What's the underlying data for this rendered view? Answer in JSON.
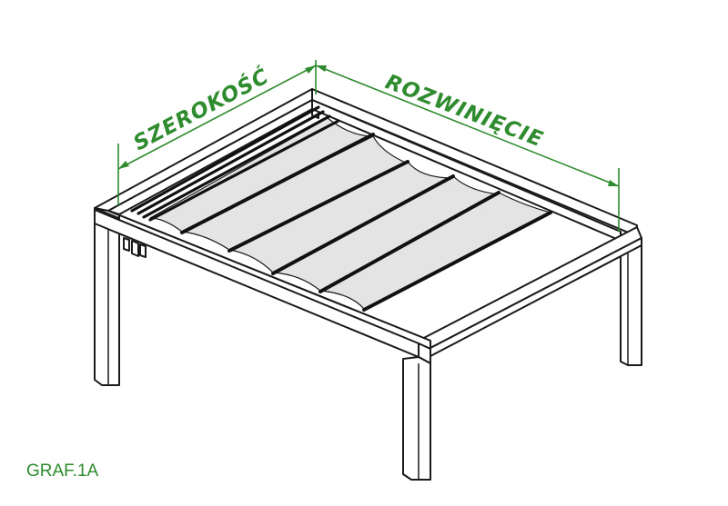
{
  "labels": {
    "width": "SZEROKOŚĆ",
    "extension": "ROZWINIĘCIE",
    "figure": "GRAF.1A"
  },
  "colors": {
    "dimension": "#2e8b2e",
    "fabric": "#e4e4e4",
    "frame": "#1a1a1a"
  }
}
